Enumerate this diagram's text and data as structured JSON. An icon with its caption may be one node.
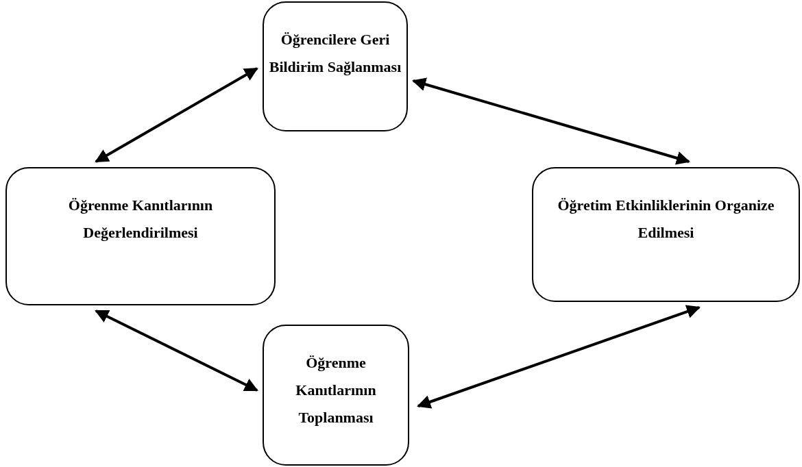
{
  "diagram": {
    "nodes": [
      {
        "text": [
          "Öğrencilere Geri Bildirim Sağlanması"
        ]
      },
      {
        "text": [
          "Öğretim Etkinliklerinin Organize Edilmesi"
        ]
      },
      {
        "text": [
          "Öğrenme Kanıtlarının Toplanması"
        ]
      },
      {
        "text": [
          "Öğrenme Kanıtlarının Değerlendirilmesi"
        ]
      }
    ],
    "edges": [
      {
        "from": 3,
        "to": 0,
        "arrow": "both"
      },
      {
        "from": 0,
        "to": 1,
        "arrow": "both"
      },
      {
        "from": 2,
        "to": 1,
        "arrow": "both"
      },
      {
        "from": 3,
        "to": 2,
        "arrow": "both"
      }
    ]
  }
}
